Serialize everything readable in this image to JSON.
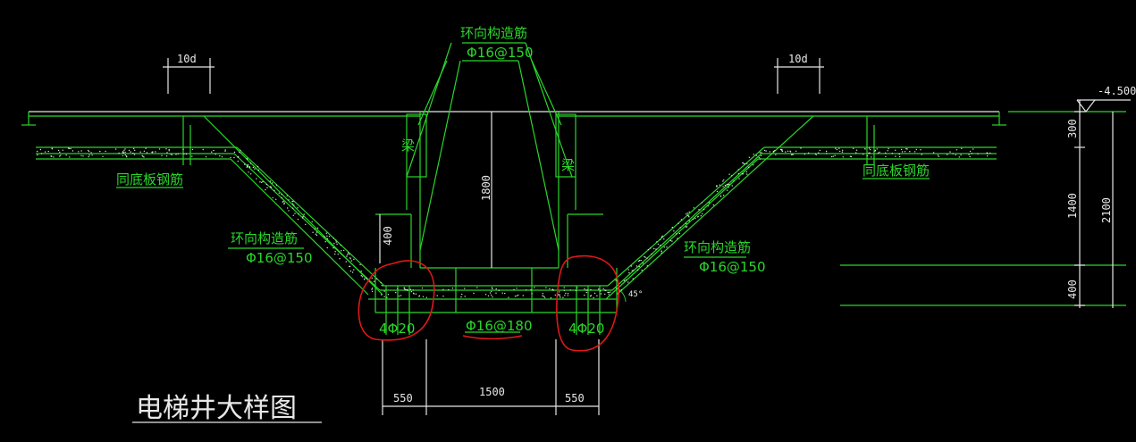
{
  "drawing": {
    "title": "电梯井大样图",
    "elevation": "-4.500",
    "labels": {
      "ring_rebar_top": "环向构造筋",
      "ring_rebar_top_spec": "Φ16@150",
      "ring_rebar_left": "环向构造筋",
      "ring_rebar_left_spec": "Φ16@150",
      "ring_rebar_right": "环向构造筋",
      "ring_rebar_right_spec": "Φ16@150",
      "same_as_slab_left": "同底板钢筋",
      "same_as_slab_right": "同底板钢筋",
      "beam_left": "梁",
      "beam_right": "梁",
      "bottom_rebar": "Φ16@180",
      "corner_bars_left": "4Φ20",
      "corner_bars_right": "4Φ20",
      "angle": "45°"
    },
    "dimensions": {
      "anchor_left": "10d",
      "anchor_right": "10d",
      "pit_height": "1800",
      "haunch_left": "400",
      "right_300": "300",
      "right_1400": "1400",
      "right_400": "400",
      "right_2100": "2100",
      "bottom_left": "550",
      "bottom_mid": "1500",
      "bottom_right": "550"
    },
    "colors": {
      "background": "#000000",
      "lines": "#2bd62b",
      "dimension_text": "#e8e8e8",
      "markup": "#e01818"
    }
  }
}
